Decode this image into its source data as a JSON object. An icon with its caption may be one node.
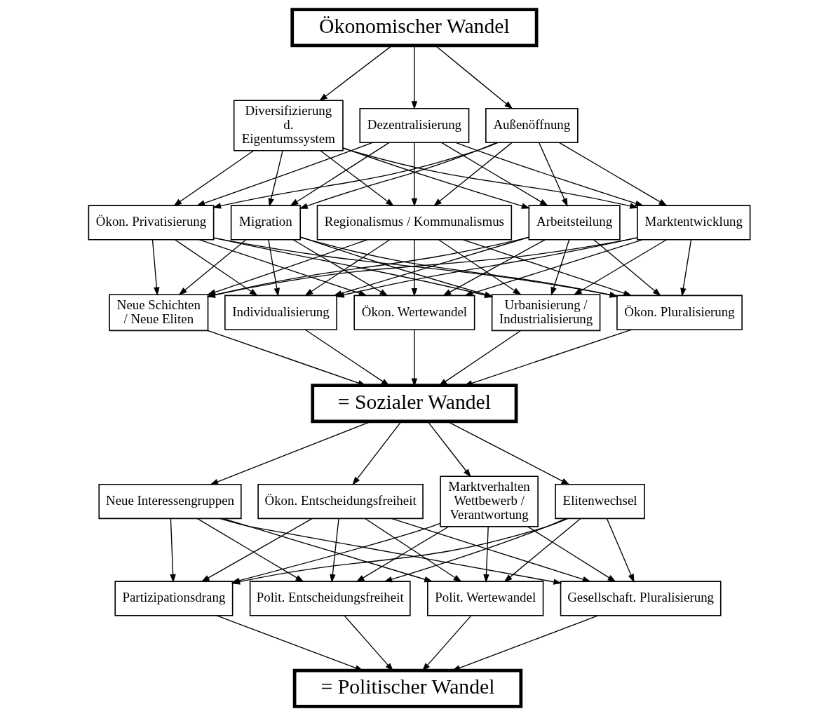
{
  "diagram": {
    "nodes": [
      {
        "text": [
          "Ökonomischer Wandel"
        ]
      },
      {
        "text": [
          "Diversifizierung d. Eigentumssystem"
        ]
      },
      {
        "text": [
          "Dezentralisierung"
        ]
      },
      {
        "text": [
          "Außenöffnung"
        ]
      },
      {
        "text": [
          "Ökon. Privatisierung"
        ]
      },
      {
        "text": [
          "Migration"
        ]
      },
      {
        "text": [
          "Regionalismus / Kommunalismus"
        ]
      },
      {
        "text": [
          "Arbeitsteilung"
        ]
      },
      {
        "text": [
          "Marktentwicklung"
        ]
      },
      {
        "text": [
          "Neue Schichten / Neue Eliten"
        ]
      },
      {
        "text": [
          "Individualisierung"
        ]
      },
      {
        "text": [
          "Ökon. Wertewandel"
        ]
      },
      {
        "text": [
          "Urbanisierung / Industrialisierung"
        ]
      },
      {
        "text": [
          "Ökon. Pluralisierung"
        ]
      },
      {
        "text": [
          "= Sozialer Wandel"
        ]
      },
      {
        "text": [
          "Neue Interessengruppen"
        ]
      },
      {
        "text": [
          "Ökon. Entscheidungsfreiheit"
        ]
      },
      {
        "text": [
          "Marktverhalten Wettbewerb / Verantwortung"
        ]
      },
      {
        "text": [
          "Elitenwechsel"
        ]
      },
      {
        "text": [
          "Partizipationsdrang"
        ]
      },
      {
        "text": [
          "Polit. Entscheidungsfreiheit"
        ]
      },
      {
        "text": [
          "Polit. Wertewandel"
        ]
      },
      {
        "text": [
          "Gesellschaft. Pluralisierung"
        ]
      },
      {
        "text": [
          "= Politischer Wandel"
        ]
      }
    ],
    "edges": [
      {
        "from": 0,
        "to": 1,
        "arrow": "to"
      },
      {
        "from": 0,
        "to": 2,
        "arrow": "to"
      },
      {
        "from": 0,
        "to": 3,
        "arrow": "to"
      },
      {
        "from": 1,
        "to": 4,
        "arrow": "to"
      },
      {
        "from": 1,
        "to": 5,
        "arrow": "to"
      },
      {
        "from": 1,
        "to": 6,
        "arrow": "to"
      },
      {
        "from": 1,
        "to": 7,
        "arrow": "to"
      },
      {
        "from": 1,
        "to": 8,
        "arrow": "to"
      },
      {
        "from": 2,
        "to": 4,
        "arrow": "to"
      },
      {
        "from": 2,
        "to": 5,
        "arrow": "to"
      },
      {
        "from": 2,
        "to": 6,
        "arrow": "to"
      },
      {
        "from": 2,
        "to": 7,
        "arrow": "to"
      },
      {
        "from": 2,
        "to": 8,
        "arrow": "to"
      },
      {
        "from": 3,
        "to": 4,
        "arrow": "to"
      },
      {
        "from": 3,
        "to": 5,
        "arrow": "to"
      },
      {
        "from": 3,
        "to": 6,
        "arrow": "to"
      },
      {
        "from": 3,
        "to": 7,
        "arrow": "to"
      },
      {
        "from": 3,
        "to": 8,
        "arrow": "to"
      },
      {
        "from": 4,
        "to": 9,
        "arrow": "to"
      },
      {
        "from": 4,
        "to": 10,
        "arrow": "to"
      },
      {
        "from": 4,
        "to": 11,
        "arrow": "to"
      },
      {
        "from": 4,
        "to": 12,
        "arrow": "to"
      },
      {
        "from": 4,
        "to": 13,
        "arrow": "to"
      },
      {
        "from": 5,
        "to": 9,
        "arrow": "to"
      },
      {
        "from": 5,
        "to": 10,
        "arrow": "to"
      },
      {
        "from": 5,
        "to": 11,
        "arrow": "to"
      },
      {
        "from": 5,
        "to": 12,
        "arrow": "to"
      },
      {
        "from": 5,
        "to": 13,
        "arrow": "to"
      },
      {
        "from": 6,
        "to": 9,
        "arrow": "to"
      },
      {
        "from": 6,
        "to": 10,
        "arrow": "to"
      },
      {
        "from": 6,
        "to": 11,
        "arrow": "to"
      },
      {
        "from": 6,
        "to": 12,
        "arrow": "to"
      },
      {
        "from": 6,
        "to": 13,
        "arrow": "to"
      },
      {
        "from": 7,
        "to": 9,
        "arrow": "to"
      },
      {
        "from": 7,
        "to": 10,
        "arrow": "to"
      },
      {
        "from": 7,
        "to": 11,
        "arrow": "to"
      },
      {
        "from": 7,
        "to": 12,
        "arrow": "to"
      },
      {
        "from": 7,
        "to": 13,
        "arrow": "to"
      },
      {
        "from": 8,
        "to": 9,
        "arrow": "to"
      },
      {
        "from": 8,
        "to": 10,
        "arrow": "to"
      },
      {
        "from": 8,
        "to": 11,
        "arrow": "to"
      },
      {
        "from": 8,
        "to": 12,
        "arrow": "to"
      },
      {
        "from": 8,
        "to": 13,
        "arrow": "to"
      },
      {
        "from": 9,
        "to": 14,
        "arrow": "to"
      },
      {
        "from": 10,
        "to": 14,
        "arrow": "to"
      },
      {
        "from": 11,
        "to": 14,
        "arrow": "to"
      },
      {
        "from": 12,
        "to": 14,
        "arrow": "to"
      },
      {
        "from": 13,
        "to": 14,
        "arrow": "to"
      },
      {
        "from": 14,
        "to": 15,
        "arrow": "to"
      },
      {
        "from": 14,
        "to": 16,
        "arrow": "to"
      },
      {
        "from": 14,
        "to": 17,
        "arrow": "to"
      },
      {
        "from": 14,
        "to": 18,
        "arrow": "to"
      },
      {
        "from": 15,
        "to": 19,
        "arrow": "to"
      },
      {
        "from": 15,
        "to": 20,
        "arrow": "to"
      },
      {
        "from": 15,
        "to": 21,
        "arrow": "to"
      },
      {
        "from": 15,
        "to": 22,
        "arrow": "to"
      },
      {
        "from": 16,
        "to": 19,
        "arrow": "to"
      },
      {
        "from": 16,
        "to": 20,
        "arrow": "to"
      },
      {
        "from": 16,
        "to": 21,
        "arrow": "to"
      },
      {
        "from": 16,
        "to": 22,
        "arrow": "to"
      },
      {
        "from": 17,
        "to": 19,
        "arrow": "to"
      },
      {
        "from": 17,
        "to": 20,
        "arrow": "to"
      },
      {
        "from": 17,
        "to": 21,
        "arrow": "to"
      },
      {
        "from": 17,
        "to": 22,
        "arrow": "to"
      },
      {
        "from": 18,
        "to": 19,
        "arrow": "to"
      },
      {
        "from": 18,
        "to": 20,
        "arrow": "to"
      },
      {
        "from": 18,
        "to": 21,
        "arrow": "to"
      },
      {
        "from": 18,
        "to": 22,
        "arrow": "to"
      },
      {
        "from": 19,
        "to": 23,
        "arrow": "to"
      },
      {
        "from": 20,
        "to": 23,
        "arrow": "to"
      },
      {
        "from": 21,
        "to": 23,
        "arrow": "to"
      },
      {
        "from": 22,
        "to": 23,
        "arrow": "to"
      }
    ]
  }
}
